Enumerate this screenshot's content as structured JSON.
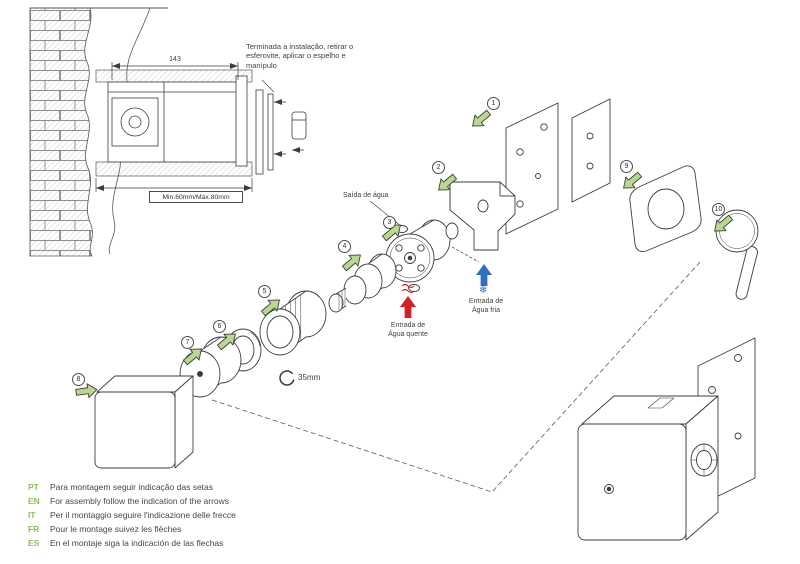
{
  "top_note": "Terminada a instalação, retirar o esferovite, aplicar o espelho e manípulo",
  "tech_drawing": {
    "dim_top": "143",
    "dim_depth": "Min.60mm/Máx.80mm"
  },
  "exploded": {
    "outlet_label": "Saída de água",
    "hot_inlet_line1": "Entrada de",
    "hot_inlet_line2": "Água quente",
    "cold_inlet_line1": "Entrada de",
    "cold_inlet_line2": "Água fria",
    "wrench_size": "35mm",
    "snowflake": "❄"
  },
  "callouts": [
    "1",
    "2",
    "3",
    "4",
    "5",
    "6",
    "7",
    "8",
    "9",
    "10"
  ],
  "instructions": [
    {
      "lang": "PT",
      "text": "Para montagem seguir indicação das setas"
    },
    {
      "lang": "EN",
      "text": "For assembly follow the indication of the arrows"
    },
    {
      "lang": "IT",
      "text": "Per il montaggio seguire l'indicazione delle frecce"
    },
    {
      "lang": "FR",
      "text": "Pour le montage suivez les flèches"
    },
    {
      "lang": "ES",
      "text": "En el montaje siga la indicación de las flechas"
    }
  ],
  "colors": {
    "line_art": "#3d3d3d",
    "assembly_arrow_green": "#b9d78e",
    "hot_red": "#d41f26",
    "cold_blue": "#2e6fc0",
    "language_code_green": "#8bbf5a"
  }
}
